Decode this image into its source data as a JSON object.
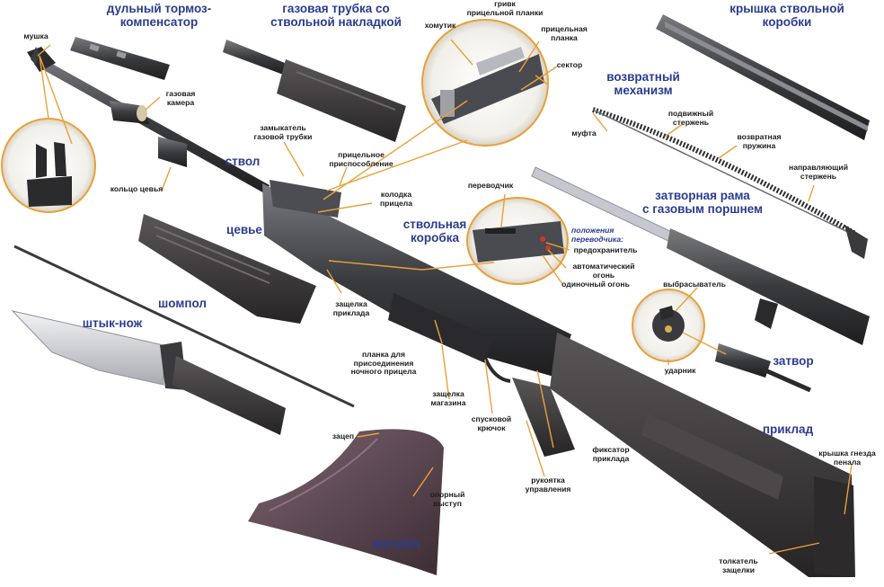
{
  "colors": {
    "heading": "#2a3c8f",
    "label": "#1c1c1c",
    "leader": "#e8a13a",
    "metal_dark": "#2e2e30",
    "metal_mid": "#55565a",
    "polymer": "#3a3638",
    "magazine": "#5a4550"
  },
  "headings": {
    "muzzle_brake": "дульный тормоз-\nкомпенсатор",
    "gas_tube": "газовая трубка со\nствольной накладкой",
    "receiver_cover": "крышка ствольной\nкоробки",
    "recoil_mechanism": "возвратный\nмеханизм",
    "barrel": "ствол",
    "bolt_carrier": "затворная рама\nс газовым поршнем",
    "handguard": "цевье",
    "receiver": "ствольная\nкоробка",
    "cleaning_rod": "шомпол",
    "bayonet": "штык-нож",
    "bolt": "затвор",
    "stock": "приклад",
    "magazine": "магазин"
  },
  "labels": {
    "front_sight": "мушка",
    "gas_chamber": "газовая\nкамера",
    "handguard_ring": "кольцо цевья",
    "gas_tube_latch": "замыкатель\nгазовой трубки",
    "sight_assembly": "прицельное\nприспособление",
    "sight_block": "колодка\nприцела",
    "sight_base_ridge": "гривк\nприцельной планки",
    "clamp": "хомутик",
    "sight_leaf": "прицельная\nпланка",
    "sector": "сектор",
    "coupling": "муфта",
    "movable_rod": "подвижный\nстержень",
    "recoil_spring": "возвратная\nпружина",
    "guide_rod": "направляющий\nстержень",
    "selector": "переводчик",
    "safety": "предохранитель",
    "auto_fire": "автоматический\nогонь",
    "single_fire": "одиночный огонь",
    "stock_latch": "защелка\nприклада",
    "night_sight_rail": "планка для\nприсоединения\nночного прицела",
    "magazine_latch": "защелка\nмагазина",
    "trigger": "спусковой\nкрючок",
    "stock_lock": "фиксатор\nприклада",
    "pistol_grip": "рукоятка\nуправления",
    "extractor": "выбрасыватель",
    "firing_pin": "ударник",
    "mag_catch": "зацеп",
    "support_lug": "опорный\nвыступ",
    "buttplate_cover": "крышка гнезда\nпенала",
    "latch_pusher": "толкатель\nзащелки"
  },
  "selector_positions_title": "положения\nпереводчика:"
}
